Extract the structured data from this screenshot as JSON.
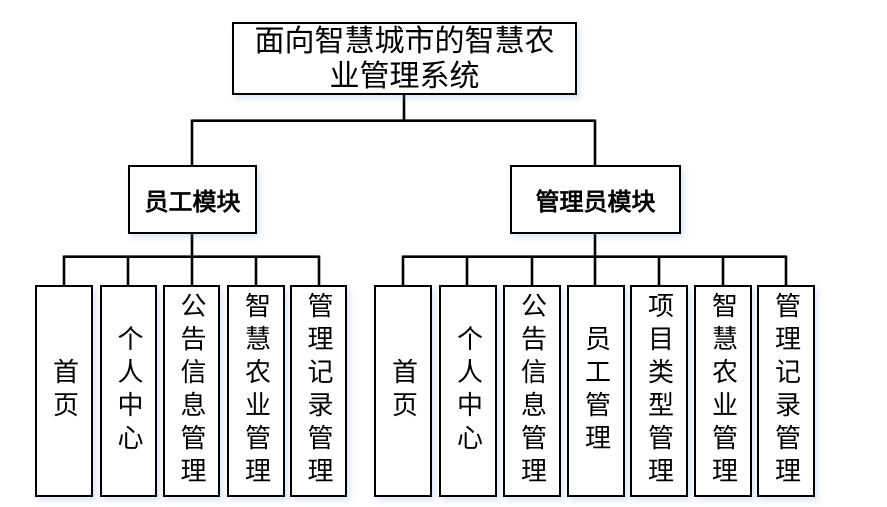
{
  "diagram": {
    "type": "tree",
    "root": {
      "label": "面向智慧城市的智慧农业管理系统"
    },
    "modules": [
      {
        "label": "员工模块",
        "children": [
          "首页",
          "个人中心",
          "公告信息管理",
          "智慧农业管理",
          "管理记录管理"
        ]
      },
      {
        "label": "管理员模块",
        "children": [
          "首页",
          "个人中心",
          "公告信息管理",
          "员工管理",
          "项目类型管理",
          "智慧农业管理",
          "管理记录管理"
        ]
      }
    ],
    "colors": {
      "line": "#000000",
      "box_border": "#000000",
      "box_fill": "#ffffff",
      "text": "#000000",
      "background": "#ffffff"
    }
  }
}
